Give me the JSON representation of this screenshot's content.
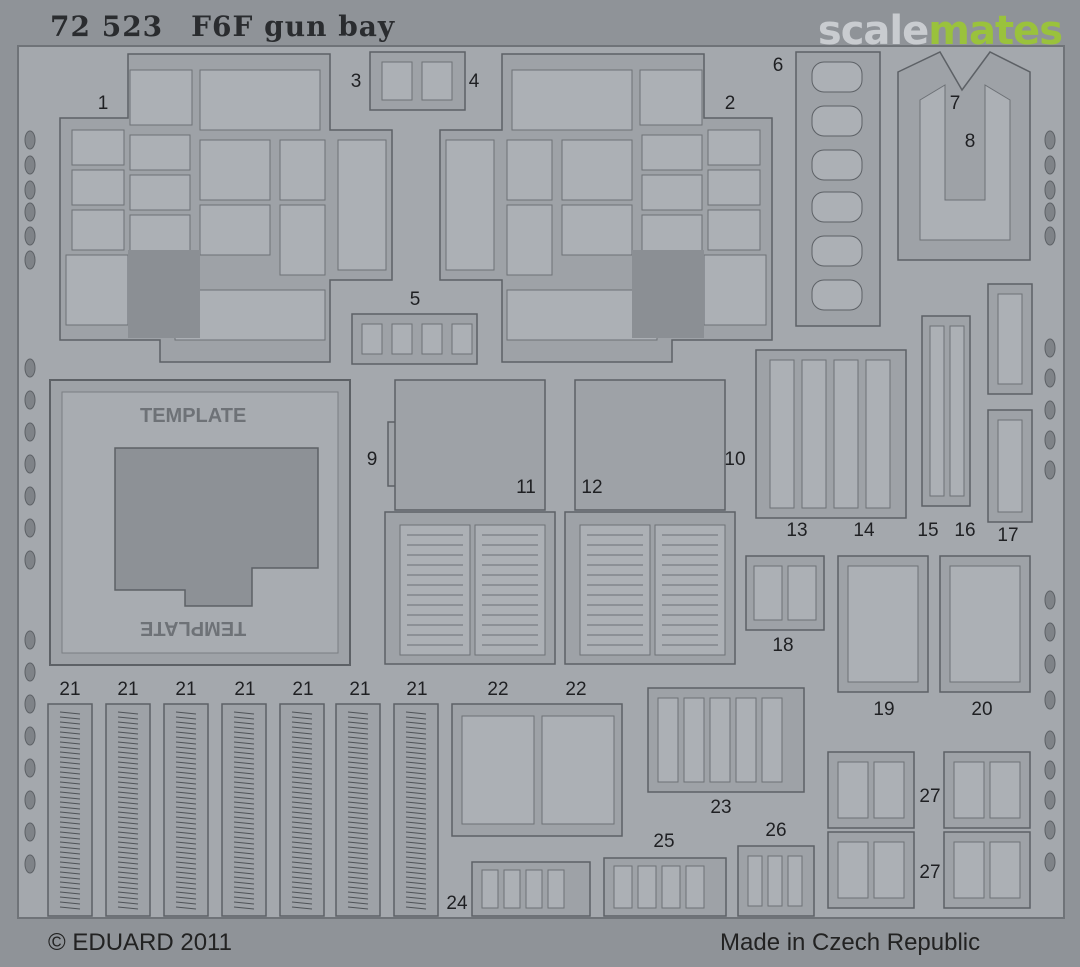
{
  "header": {
    "code": "72 523",
    "title": "F6F gun bay",
    "watermark_part1": "scale",
    "watermark_part2": "mates"
  },
  "footer": {
    "copyright": "© EDUARD 2011",
    "origin": "Made in Czech Republic"
  },
  "template": {
    "label_top": "TEMPLATE",
    "label_bottom": "TEMPLATE"
  },
  "part_numbers": [
    "1",
    "2",
    "3",
    "4",
    "5",
    "6",
    "7",
    "8",
    "9",
    "10",
    "11",
    "12",
    "13",
    "14",
    "15",
    "16",
    "17",
    "18",
    "19",
    "20",
    "21",
    "21",
    "21",
    "21",
    "21",
    "21",
    "21",
    "22",
    "22",
    "23",
    "24",
    "25",
    "26",
    "27",
    "27"
  ],
  "colors": {
    "fret": "#a4a8ad",
    "background": "#8f9398",
    "watermark_grey": "#c9ccd0",
    "watermark_green": "#9ac23c",
    "text": "#222222"
  }
}
